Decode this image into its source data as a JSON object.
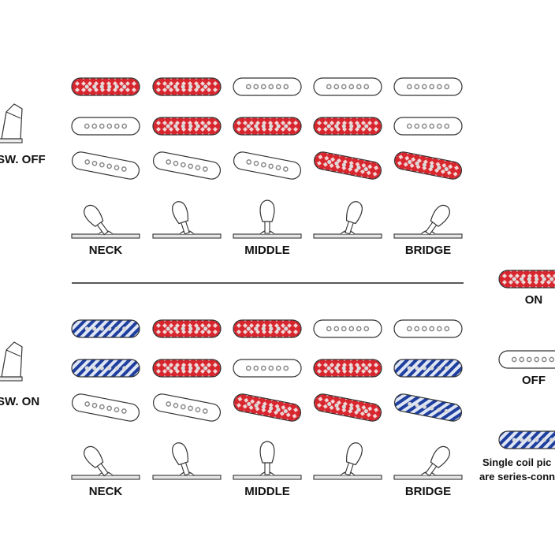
{
  "colors": {
    "on": "#d8262e",
    "off": "#ffffff",
    "series": "#1f3f9e",
    "outline": "#333333",
    "dot_light": "#d9d9d9",
    "pole_gray": "#888888",
    "stripe_light": "#dfe6f5"
  },
  "sections": [
    {
      "switch_label": "SW. OFF",
      "position_labels": [
        "NECK",
        "",
        "MIDDLE",
        "",
        "BRIDGE"
      ],
      "columns": [
        [
          "on",
          "off",
          "off"
        ],
        [
          "on",
          "on",
          "off"
        ],
        [
          "off",
          "on",
          "off"
        ],
        [
          "off",
          "on",
          "on"
        ],
        [
          "off",
          "off",
          "on"
        ]
      ]
    },
    {
      "switch_label": "SW. ON",
      "position_labels": [
        "NECK",
        "",
        "MIDDLE",
        "",
        "BRIDGE"
      ],
      "columns": [
        [
          "series",
          "series",
          "off"
        ],
        [
          "on",
          "on",
          "off"
        ],
        [
          "on",
          "off",
          "on"
        ],
        [
          "off",
          "on",
          "on"
        ],
        [
          "off",
          "series",
          "series"
        ]
      ]
    }
  ],
  "legend": [
    {
      "state": "on",
      "lines": [
        "ON"
      ]
    },
    {
      "state": "off",
      "lines": [
        "OFF"
      ]
    },
    {
      "state": "series",
      "lines": [
        "Single coil pic",
        "are series-conn"
      ]
    }
  ]
}
